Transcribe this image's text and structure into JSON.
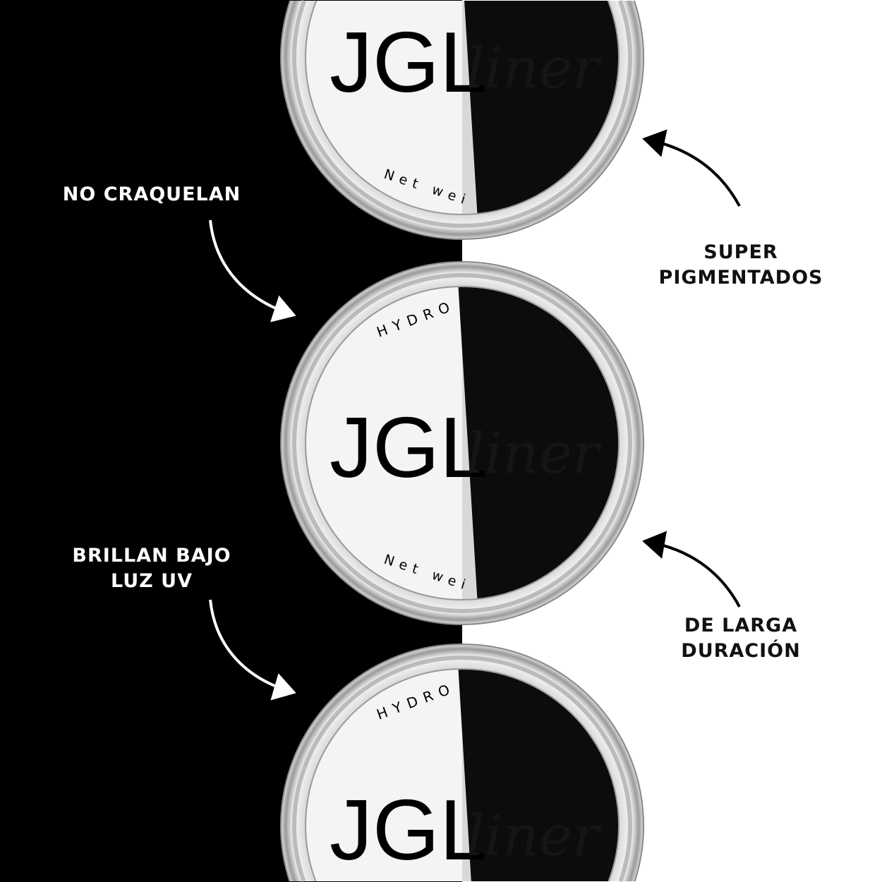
{
  "product": {
    "logo_text": "JGL",
    "logo_script": "liner",
    "rim_top_text": "HYDRO",
    "rim_bottom_text": "Net wei",
    "colors": {
      "left_bg": "#000000",
      "right_bg": "#ffffff",
      "white_pan": "#f4f4f4",
      "black_pan": "#0c0c0c"
    }
  },
  "callouts": {
    "no_craquelan": "NO CRAQUELAN",
    "super_line1": "SUPER",
    "super_line2": "PIGMENTADOS",
    "brillan_line1": "BRILLAN BAJO",
    "brillan_line2": "LUZ UV",
    "larga_line1": "DE LARGA",
    "larga_line2": "DURACIÓN"
  }
}
